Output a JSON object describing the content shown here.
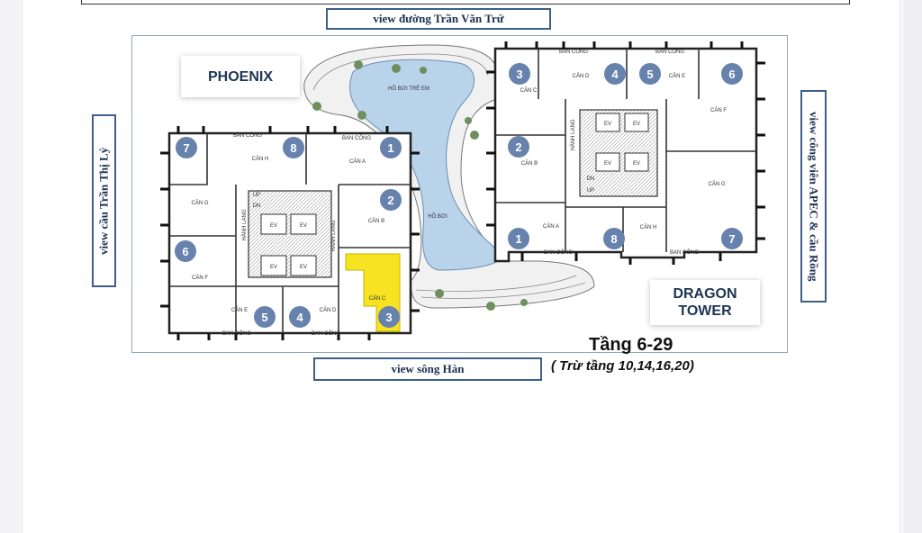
{
  "views": {
    "top": "view đường Trần Văn Trứ",
    "left": "view cầu Trần Thị Lý",
    "right": "view công viên APEC & cầu Rồng",
    "bottom": "view sông Hàn"
  },
  "towers": {
    "phoenix": "PHOENIX",
    "dragon_line1": "DRAGON",
    "dragon_line2": "TOWER"
  },
  "floor": {
    "title": "Tầng 6-29",
    "note": "( Trừ tầng 10,14,16,20)"
  },
  "pool": {
    "kids_pool": "HỒ BƠI TRẺ EM",
    "pool": "HỒ BƠI"
  },
  "phoenix_units": [
    {
      "number": "7",
      "label": "CĂN G"
    },
    {
      "number": "8",
      "label": "CĂN H"
    },
    {
      "number": "1",
      "label": "CĂN A"
    },
    {
      "number": "2",
      "label": "CĂN B"
    },
    {
      "number": "6",
      "label": "CĂN F"
    },
    {
      "number": "5",
      "label": "CĂN E"
    },
    {
      "number": "4",
      "label": "CĂN D"
    },
    {
      "number": "3",
      "label": "CĂN C"
    }
  ],
  "dragon_units": [
    {
      "number": "3",
      "label": "CĂN C"
    },
    {
      "number": "4",
      "label": "CĂN D"
    },
    {
      "number": "5",
      "label": "CĂN E"
    },
    {
      "number": "6",
      "label": "CĂN F"
    },
    {
      "number": "2",
      "label": "CĂN B"
    },
    {
      "number": "1",
      "label": "CĂN A"
    },
    {
      "number": "8",
      "label": "CĂN H"
    },
    {
      "number": "7",
      "label": "CĂN G"
    }
  ],
  "plan_labels": {
    "balcony": "BAN CÔNG",
    "elevator": "EV",
    "corridor": "HÀNH LANG",
    "stair_up": "UP",
    "stair_down": "DN"
  },
  "colors": {
    "unit_badge": "#6782ad",
    "pool_water": "#b9d3ea",
    "highlight_unit": "#f7e321",
    "frame": "#8fa6c2",
    "label_border": "#3e5f8a"
  },
  "highlighted_unit": "PHOENIX CĂN C (3)"
}
